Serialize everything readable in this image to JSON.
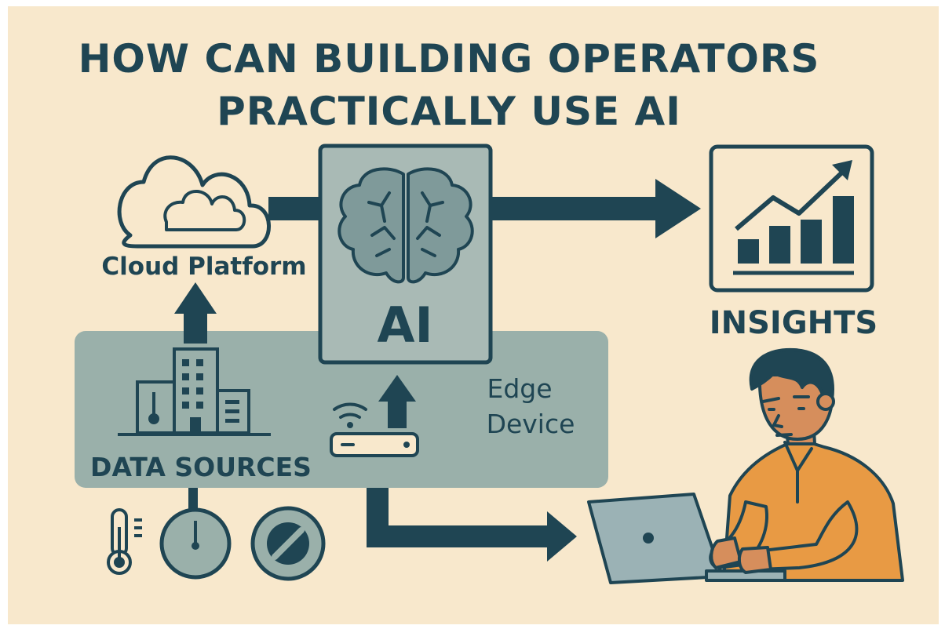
{
  "title": {
    "line1": "HOW CAN BUILDING OPERATORS",
    "line2": "PRACTICALLY USE AI"
  },
  "nodes": {
    "cloud": {
      "label": "Cloud Platform",
      "icon": "cloud-icon"
    },
    "ai": {
      "label": "AI",
      "icon": "brain-icon"
    },
    "insights": {
      "label": "INSIGHTS",
      "icon": "growth-chart-icon"
    },
    "data_sources": {
      "label": "DATA SOURCES",
      "icon": "building-icon"
    },
    "edge": {
      "label_line1": "Edge",
      "label_line2": "Device",
      "icon": "router-icon"
    },
    "sensors": [
      "thermometer-icon",
      "gauge-icon",
      "valve-icon"
    ],
    "operator": {
      "icon": "person-with-laptop-icon"
    }
  },
  "colors": {
    "background": "#f8e8cc",
    "dark": "#1f4553",
    "panel": "#9ab0aa",
    "ai_box": "#a9bab5",
    "shirt": "#e89a44",
    "skin": "#d68e5c",
    "laptop": "#9bb2b5"
  }
}
